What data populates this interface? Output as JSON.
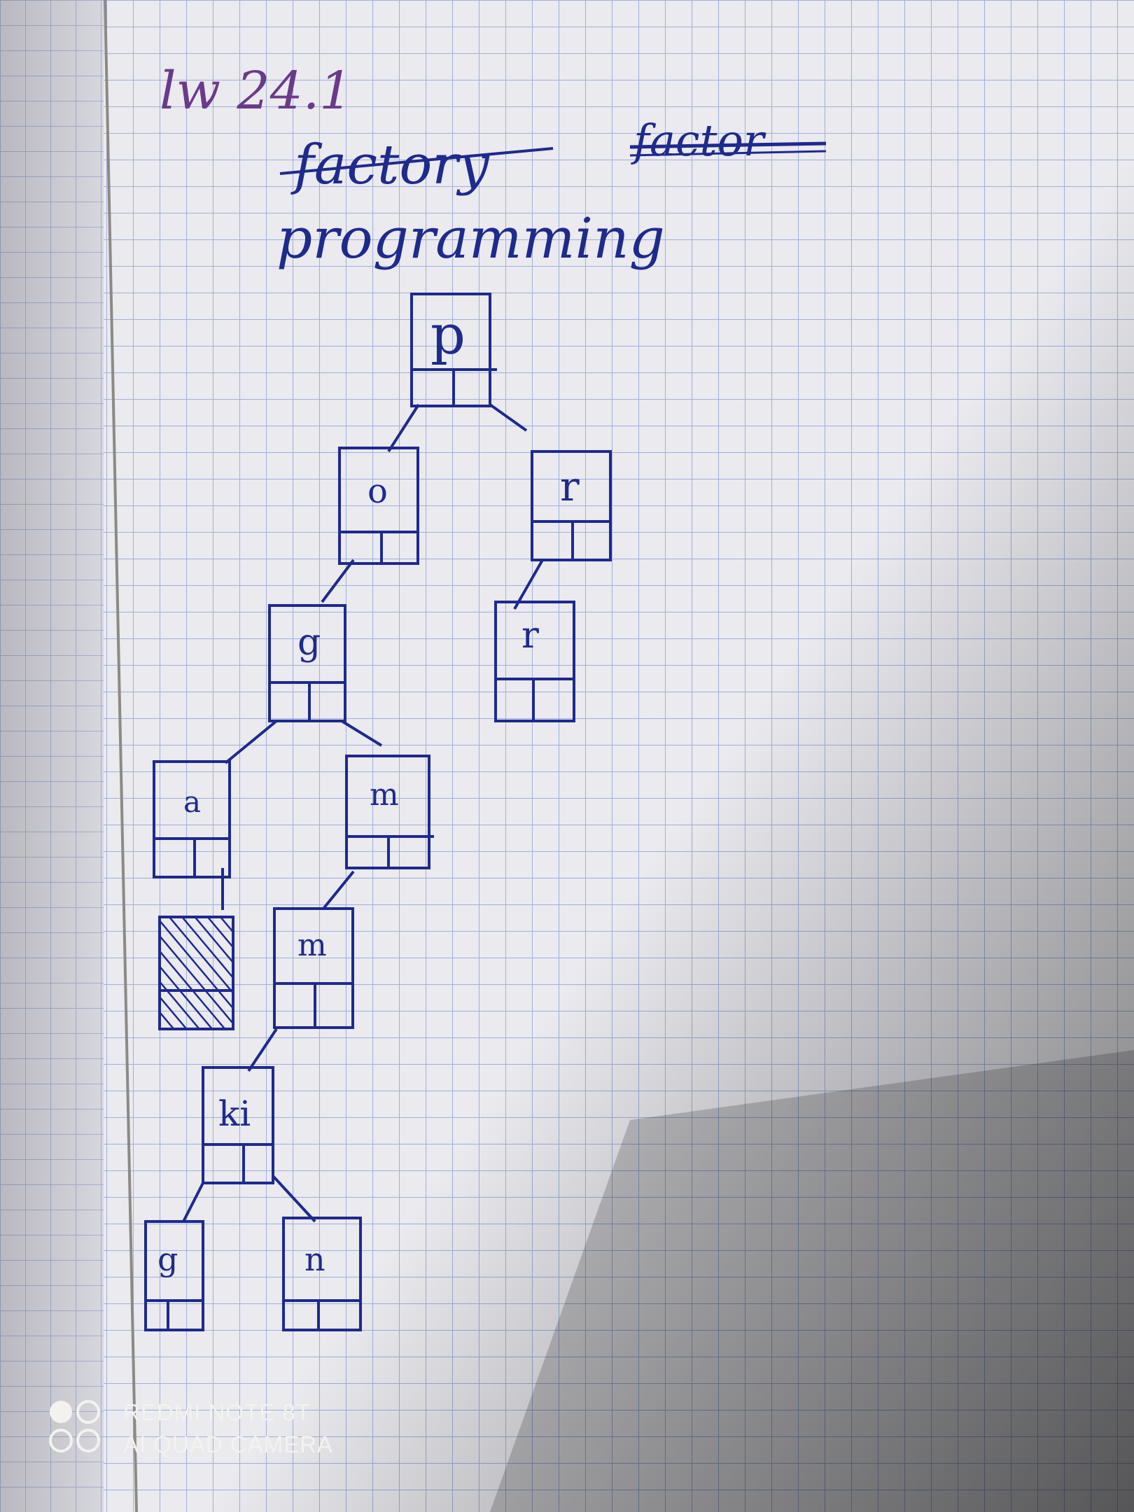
{
  "notebook": {
    "header_label": "lw 24.1",
    "word_struck": "factory",
    "word_struck_2": "factor",
    "word_main": "programming"
  },
  "tree_nodes": [
    {
      "id": "p",
      "label": "p"
    },
    {
      "id": "o",
      "label": "o"
    },
    {
      "id": "r1",
      "label": "r"
    },
    {
      "id": "g1",
      "label": "g"
    },
    {
      "id": "r2",
      "label": "r"
    },
    {
      "id": "a",
      "label": "a"
    },
    {
      "id": "m1",
      "label": "m"
    },
    {
      "id": "m2",
      "label": "m"
    },
    {
      "id": "i",
      "label": "ki"
    },
    {
      "id": "g2",
      "label": "g"
    },
    {
      "id": "n",
      "label": "n"
    }
  ],
  "camera_watermark": {
    "line1": "REDMI NOTE 8T",
    "line2": "AI QUAD CAMERA"
  },
  "colors": {
    "ink": "#1e2a8c",
    "paper": "#e9e9ee",
    "grid": "#9fb0d8",
    "pencil": "#6a3a8a"
  }
}
